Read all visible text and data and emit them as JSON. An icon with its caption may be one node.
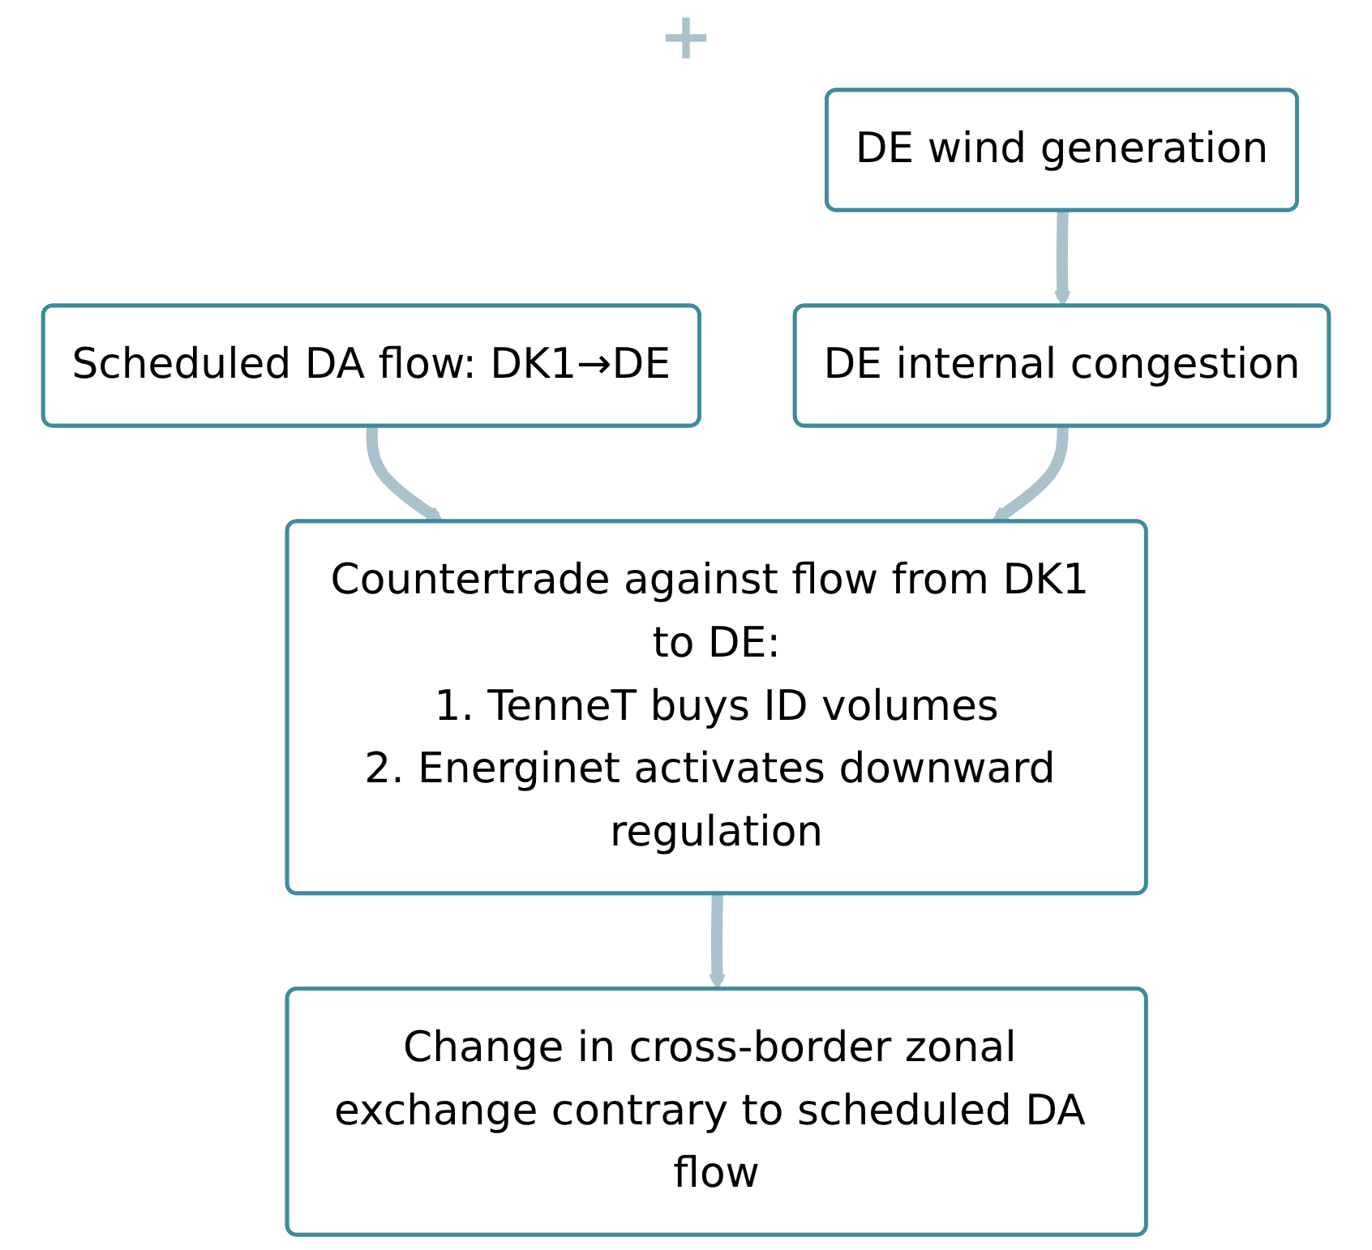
{
  "diagram": {
    "nodes": [
      {
        "text": [
          "DE wind generation"
        ]
      },
      {
        "text": [
          "Scheduled DA flow: DK1→DE"
        ]
      },
      {
        "text": [
          "DE internal congestion"
        ]
      },
      {
        "text": [
          "Countertrade against flow from DK1 to DE:",
          "1. TenneT buys ID volumes",
          "2. Energinet activates downward regulation"
        ]
      },
      {
        "text": [
          "Change in cross-border zonal exchange contrary to scheduled DA flow"
        ]
      }
    ],
    "edges": [
      {
        "from": 0,
        "to": 2,
        "arrow": "to"
      },
      {
        "from": 1,
        "to": 3,
        "arrow": "to"
      },
      {
        "from": 2,
        "to": 3,
        "arrow": "to"
      },
      {
        "from": 3,
        "to": 4,
        "arrow": "to"
      }
    ],
    "labels": [
      "+"
    ]
  }
}
